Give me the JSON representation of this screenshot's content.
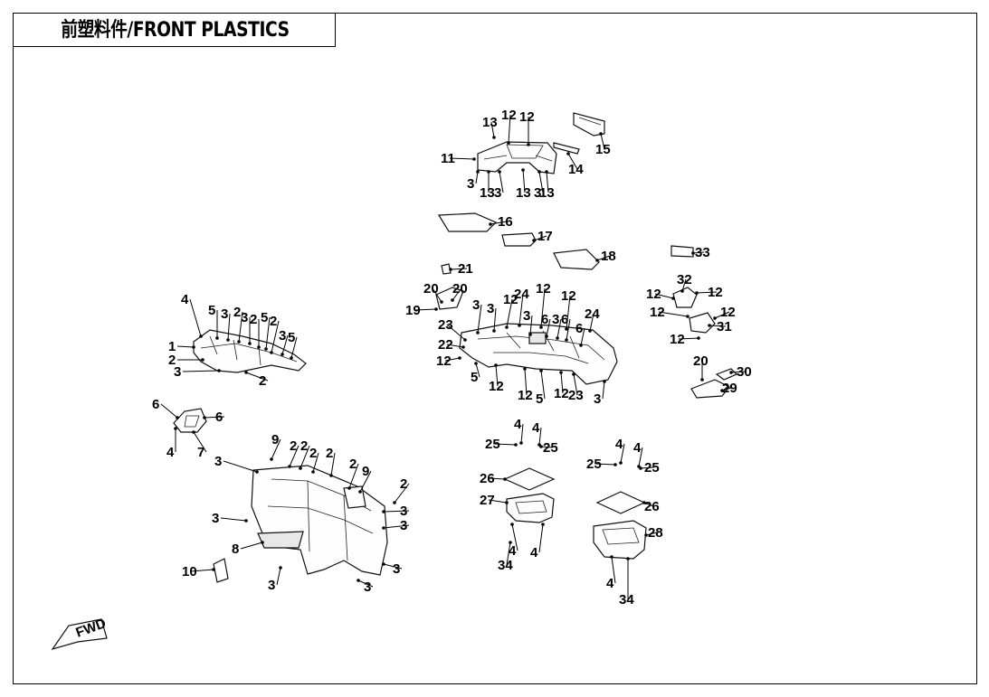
{
  "header": {
    "title": "前塑料件/FRONT PLASTICS"
  },
  "fwd_label": "FWD",
  "callouts": [
    {
      "id": "c1",
      "text": "1"
    },
    {
      "id": "c2a",
      "text": "2"
    },
    {
      "id": "c2b",
      "text": "2"
    },
    {
      "id": "c3a",
      "text": "3"
    },
    {
      "id": "c4a",
      "text": "4"
    },
    {
      "id": "c5a",
      "text": "5"
    },
    {
      "id": "c3b",
      "text": "3"
    },
    {
      "id": "c2c",
      "text": "2"
    },
    {
      "id": "c3c",
      "text": "3"
    },
    {
      "id": "c2d",
      "text": "2"
    },
    {
      "id": "c5b",
      "text": "5"
    },
    {
      "id": "c2e",
      "text": "2"
    },
    {
      "id": "c3d",
      "text": "3"
    },
    {
      "id": "c5c",
      "text": "5"
    },
    {
      "id": "c6a",
      "text": "6"
    },
    {
      "id": "c6b",
      "text": "6"
    },
    {
      "id": "c4b",
      "text": "4"
    },
    {
      "id": "c7",
      "text": "7"
    },
    {
      "id": "c3e",
      "text": "3"
    },
    {
      "id": "c9a",
      "text": "9"
    },
    {
      "id": "c2f",
      "text": "2"
    },
    {
      "id": "c2g",
      "text": "2"
    },
    {
      "id": "c2h",
      "text": "2"
    },
    {
      "id": "c2i",
      "text": "2"
    },
    {
      "id": "c2j",
      "text": "2"
    },
    {
      "id": "c9b",
      "text": "9"
    },
    {
      "id": "c2k",
      "text": "2"
    },
    {
      "id": "c3f",
      "text": "3"
    },
    {
      "id": "c3g",
      "text": "3"
    },
    {
      "id": "c3h",
      "text": "3"
    },
    {
      "id": "c8",
      "text": "8"
    },
    {
      "id": "c10",
      "text": "10"
    },
    {
      "id": "c3i",
      "text": "3"
    },
    {
      "id": "c3j",
      "text": "3"
    },
    {
      "id": "c3k",
      "text": "3"
    },
    {
      "id": "c13a",
      "text": "13"
    },
    {
      "id": "c12a",
      "text": "12"
    },
    {
      "id": "c12b",
      "text": "12"
    },
    {
      "id": "c11",
      "text": "11"
    },
    {
      "id": "c15",
      "text": "15"
    },
    {
      "id": "c14",
      "text": "14"
    },
    {
      "id": "c3l",
      "text": "3"
    },
    {
      "id": "c13b",
      "text": "13"
    },
    {
      "id": "c3m",
      "text": "3"
    },
    {
      "id": "c13c",
      "text": "13"
    },
    {
      "id": "c3n",
      "text": "3"
    },
    {
      "id": "c13d",
      "text": "13"
    },
    {
      "id": "c16",
      "text": "16"
    },
    {
      "id": "c17",
      "text": "17"
    },
    {
      "id": "c18",
      "text": "18"
    },
    {
      "id": "c21",
      "text": "21"
    },
    {
      "id": "c20a",
      "text": "20"
    },
    {
      "id": "c20b",
      "text": "20"
    },
    {
      "id": "c19",
      "text": "19"
    },
    {
      "id": "c3o",
      "text": "3"
    },
    {
      "id": "c3p",
      "text": "3"
    },
    {
      "id": "c12c",
      "text": "12"
    },
    {
      "id": "c24a",
      "text": "24"
    },
    {
      "id": "c12d",
      "text": "12"
    },
    {
      "id": "c3q",
      "text": "3"
    },
    {
      "id": "c12e",
      "text": "12"
    },
    {
      "id": "c6c",
      "text": "6"
    },
    {
      "id": "c3r",
      "text": "3"
    },
    {
      "id": "c6d",
      "text": "6"
    },
    {
      "id": "c24b",
      "text": "24"
    },
    {
      "id": "c6e",
      "text": "6"
    },
    {
      "id": "c23a",
      "text": "23"
    },
    {
      "id": "c22",
      "text": "22"
    },
    {
      "id": "c12f",
      "text": "12"
    },
    {
      "id": "c5d",
      "text": "5"
    },
    {
      "id": "c12g",
      "text": "12"
    },
    {
      "id": "c12h",
      "text": "12"
    },
    {
      "id": "c5e",
      "text": "5"
    },
    {
      "id": "c12i",
      "text": "12"
    },
    {
      "id": "c23b",
      "text": "23"
    },
    {
      "id": "c3s",
      "text": "3"
    },
    {
      "id": "c33",
      "text": "33"
    },
    {
      "id": "c32",
      "text": "32"
    },
    {
      "id": "c12j",
      "text": "12"
    },
    {
      "id": "c12k",
      "text": "12"
    },
    {
      "id": "c12l",
      "text": "12"
    },
    {
      "id": "c12m",
      "text": "12"
    },
    {
      "id": "c31",
      "text": "31"
    },
    {
      "id": "c12n",
      "text": "12"
    },
    {
      "id": "c20c",
      "text": "20"
    },
    {
      "id": "c30",
      "text": "30"
    },
    {
      "id": "c29",
      "text": "29"
    },
    {
      "id": "c4c",
      "text": "4"
    },
    {
      "id": "c4d",
      "text": "4"
    },
    {
      "id": "c25a",
      "text": "25"
    },
    {
      "id": "c25b",
      "text": "25"
    },
    {
      "id": "c26a",
      "text": "26"
    },
    {
      "id": "c27",
      "text": "27"
    },
    {
      "id": "c4e",
      "text": "4"
    },
    {
      "id": "c34a",
      "text": "34"
    },
    {
      "id": "c4f",
      "text": "4"
    },
    {
      "id": "c4g",
      "text": "4"
    },
    {
      "id": "c4h",
      "text": "4"
    },
    {
      "id": "c25c",
      "text": "25"
    },
    {
      "id": "c25d",
      "text": "25"
    },
    {
      "id": "c26b",
      "text": "26"
    },
    {
      "id": "c28",
      "text": "28"
    },
    {
      "id": "c4i",
      "text": "4"
    },
    {
      "id": "c34b",
      "text": "34"
    }
  ]
}
